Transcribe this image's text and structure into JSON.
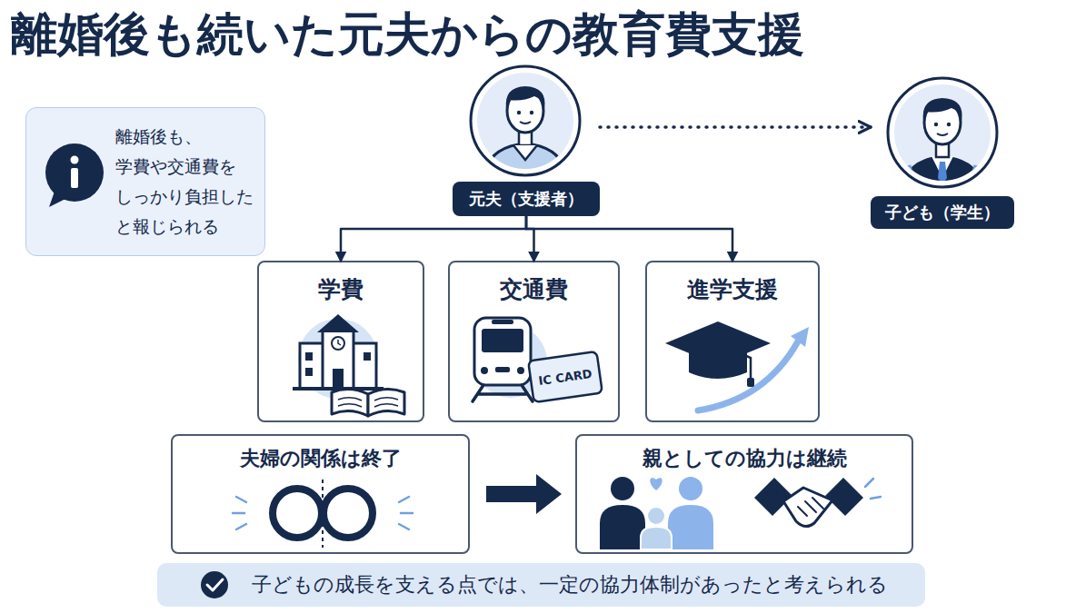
{
  "diagram": {
    "title": "離婚後も続いた元夫からの教育費支援",
    "nodes": [
      {
        "text": [
          "離婚後も、 学費や交通費を しっかり負担した と報じられる"
        ]
      },
      {
        "text": [
          "元夫（支援者）"
        ]
      },
      {
        "text": [
          "子ども（学生）"
        ]
      },
      {
        "text": [
          "学費"
        ]
      },
      {
        "text": [
          "交通費"
        ]
      },
      {
        "text": [
          "進学支援"
        ]
      },
      {
        "text": [
          "夫婦の関係は終了"
        ]
      },
      {
        "text": [
          "親としての協力は継続"
        ]
      },
      {
        "text": [
          "子どもの成長を支える点では、一定の協力体制があったと考えられる"
        ]
      }
    ],
    "edges": [
      {
        "from": 1,
        "to": 2,
        "arrow": "to"
      },
      {
        "from": 1,
        "to": 3,
        "arrow": "to"
      },
      {
        "from": 1,
        "to": 4,
        "arrow": "to"
      },
      {
        "from": 1,
        "to": 5,
        "arrow": "to"
      },
      {
        "from": 6,
        "to": 7,
        "arrow": "to"
      }
    ],
    "labels": [
      "IC CARD"
    ]
  }
}
